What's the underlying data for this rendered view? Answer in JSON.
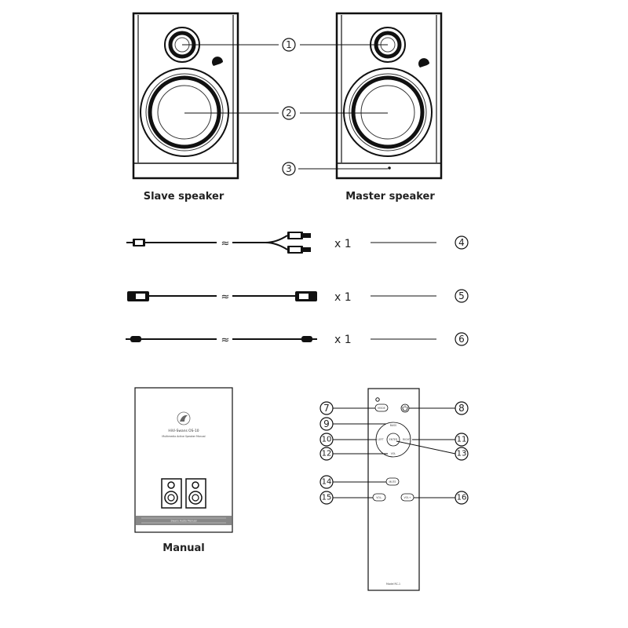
{
  "speakers": {
    "slave_label": "Slave speaker",
    "master_label": "Master speaker"
  },
  "callouts": [
    "1",
    "2",
    "3",
    "4",
    "5",
    "6",
    "7",
    "8",
    "9",
    "10",
    "11",
    "12",
    "13",
    "14",
    "15",
    "16"
  ],
  "cables": [
    {
      "qty": "x 1",
      "number": "4"
    },
    {
      "qty": "x 1",
      "number": "5"
    },
    {
      "qty": "x 1",
      "number": "6"
    }
  ],
  "manual": {
    "caption": "Manual",
    "title": "HiVi-Swans OS-10",
    "subtitle": "Multimedia Active Speaker Manual",
    "band_text": "Swans Audio Manual"
  },
  "remote": {
    "btn_mode": "MODE",
    "btn_bass": "BASS",
    "btn_left": "LEFT",
    "btn_right": "RIGHT",
    "btn_center": "ENTER",
    "btn_down": "VOL",
    "btn_mute": "MUTE",
    "btn_vol_minus": "VOL-",
    "btn_vol_plus": "VOL+",
    "footer": "Model RC-1"
  }
}
